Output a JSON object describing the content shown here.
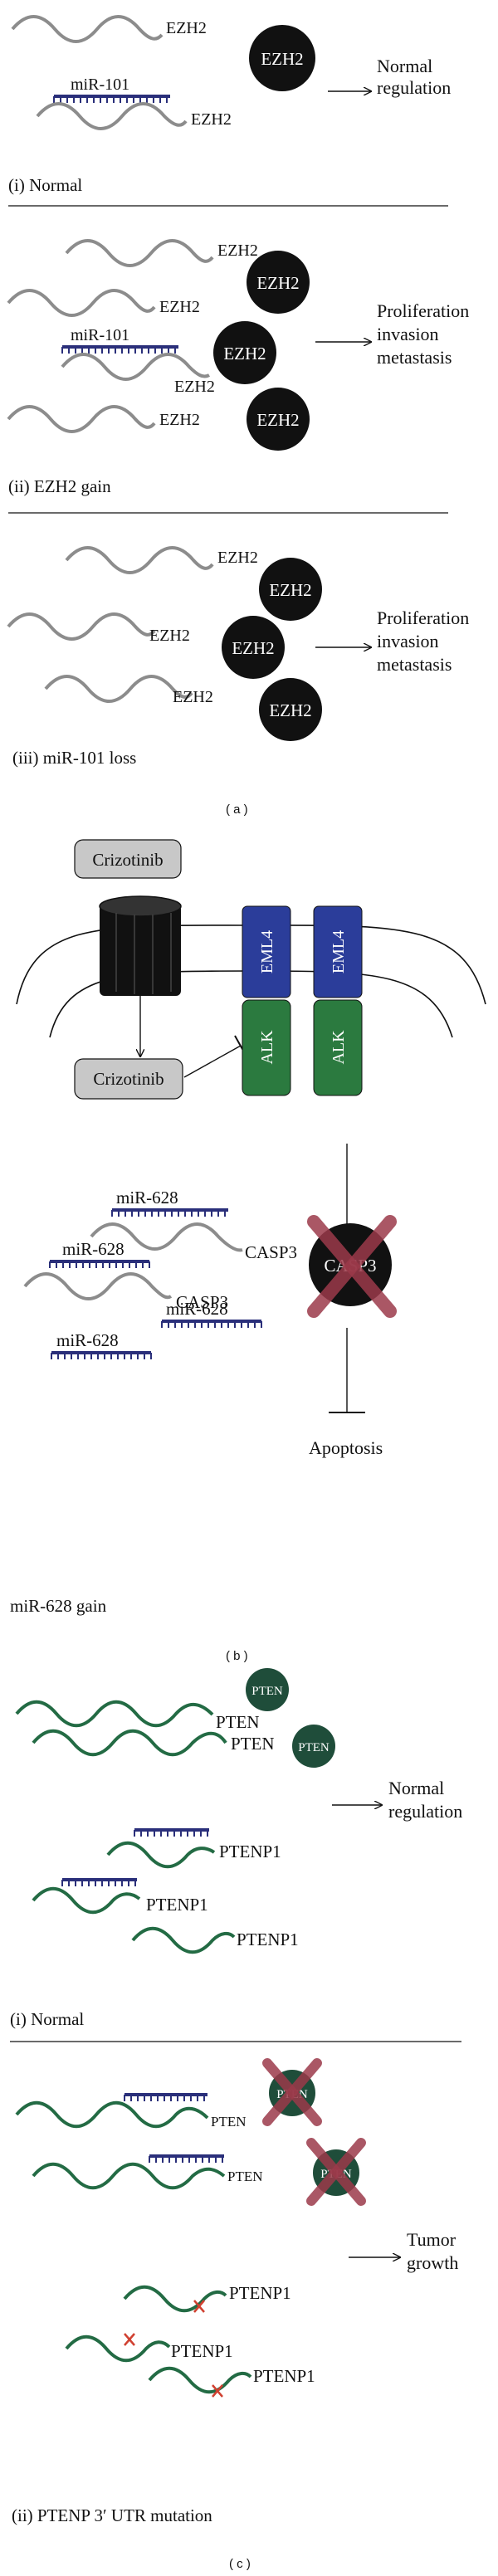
{
  "colors": {
    "mrna_gray": "#8c8c8c",
    "mirna_navy": "#2a2f7a",
    "protein_black": "#111111",
    "pten_green": "#1f4d3a",
    "pten_mrna_green": "#236b44",
    "cross_red": "#9b3a4a",
    "eml4_blue": "#2b3d9a",
    "alk_green": "#2b7a3f",
    "drug_box": "#c8c8c8",
    "utr_mutation": "#d04030"
  },
  "icons": [
    "arrow-right-icon",
    "arrow-down-icon",
    "inhibition-bar-icon",
    "red-cross-icon",
    "membrane-channel-icon"
  ],
  "panel_a": {
    "label": "( a )",
    "gene": "EZH2",
    "protein": "EZH2",
    "mirna": "miR-101",
    "normal": {
      "outcome_line1": "Normal",
      "outcome_line2": "regulation",
      "caption": "(i) Normal"
    },
    "gain": {
      "outcome_line1": "Proliferation",
      "outcome_line2": "invasion",
      "outcome_line3": "metastasis",
      "caption": "(ii) EZH2 gain"
    },
    "loss": {
      "outcome_line1": "Proliferation",
      "outcome_line2": "invasion",
      "outcome_line3": "metastasis",
      "caption": "(iii) miR-101 loss"
    }
  },
  "panel_b": {
    "label": "( b )",
    "drug": "Crizotinib",
    "receptor_top": "EML4",
    "receptor_bottom": "ALK",
    "mirna": "miR-628",
    "gene": "CASP3",
    "protein": "CASP3",
    "outcome": "Apoptosis",
    "caption": "miR-628 gain"
  },
  "panel_c": {
    "label": "( c )",
    "gene": "PTEN",
    "pseudogene": "PTENP1",
    "protein": "PTEN",
    "normal": {
      "outcome_line1": "Normal",
      "outcome_line2": "regulation",
      "caption": "(i) Normal"
    },
    "mutation": {
      "outcome_line1": "Tumor",
      "outcome_line2": "growth",
      "caption": "(ii) PTENP 3′ UTR mutation"
    }
  }
}
